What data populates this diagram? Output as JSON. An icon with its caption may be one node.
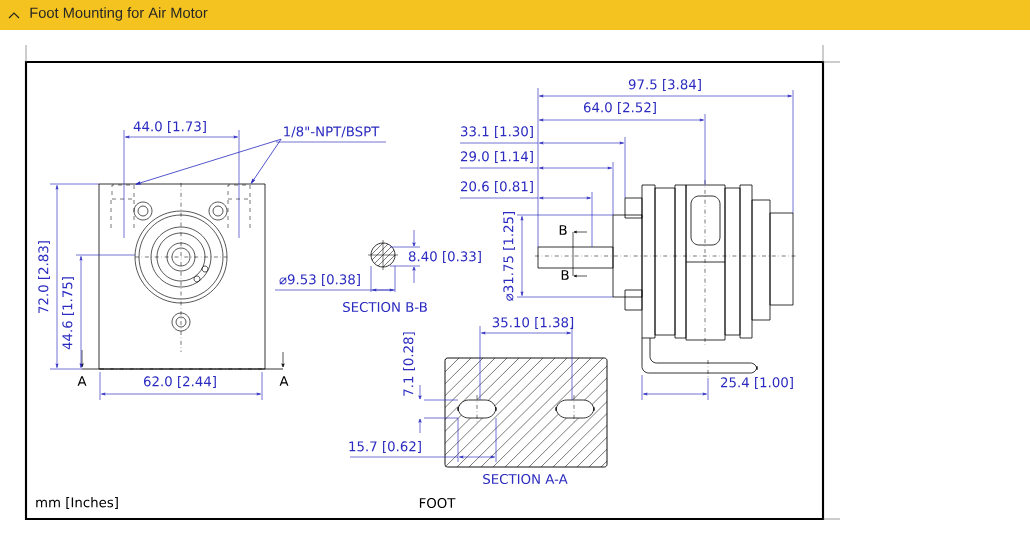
{
  "diagram": {
    "title": "Foot Mounting for Air Motor",
    "nodes": [
      {
        "text": [
          "1/8\"-NPT/BSPT"
        ]
      },
      {
        "text": [],
        "shape": "box"
      },
      {
        "text": [],
        "shape": "box"
      }
    ],
    "edges": [
      {
        "from": 0,
        "to": 1,
        "arrow": "to"
      },
      {
        "from": 0,
        "to": 2,
        "arrow": "to"
      }
    ],
    "labels": [
      "97.5 [3.84]",
      "64.0 [2.52]",
      "44.0 [1.73]",
      "33.1 [1.30]",
      "29.0 [1.14]",
      "20.6 [0.81]",
      "B",
      "72.0 [2.83]",
      "44.6 [1.75]",
      "⌀31.75 [1.25]",
      "8.40 [0.33]",
      "⌀9.53 [0.38]",
      "B",
      "SECTION B-B",
      "35.10 [1.38]",
      "7.1 [0.28]",
      "A",
      "62.0 [2.44]",
      "A",
      "25.4 [1.00]",
      "15.7 [0.62]",
      "SECTION A-A",
      "mm [Inches]",
      "FOOT"
    ]
  }
}
